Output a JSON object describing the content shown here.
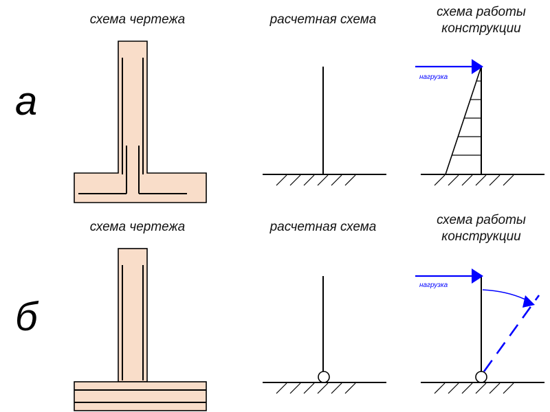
{
  "colors": {
    "foundation_fill": "#f9ddc9",
    "line": "#000000",
    "load": "#0000ff"
  },
  "row_a": {
    "letter": "а",
    "col1_label": "схема чертежа",
    "col2_label": "расчетная схема",
    "col3_label_line1": "схема работы",
    "col3_label_line2": "конструкции",
    "load_label": "нагрузка"
  },
  "row_b": {
    "letter": "б",
    "col1_label": "схема чертежа",
    "col2_label": "расчетная схема",
    "col3_label_line1": "схема работы",
    "col3_label_line2": "конструкции",
    "load_label": "нагрузка"
  }
}
